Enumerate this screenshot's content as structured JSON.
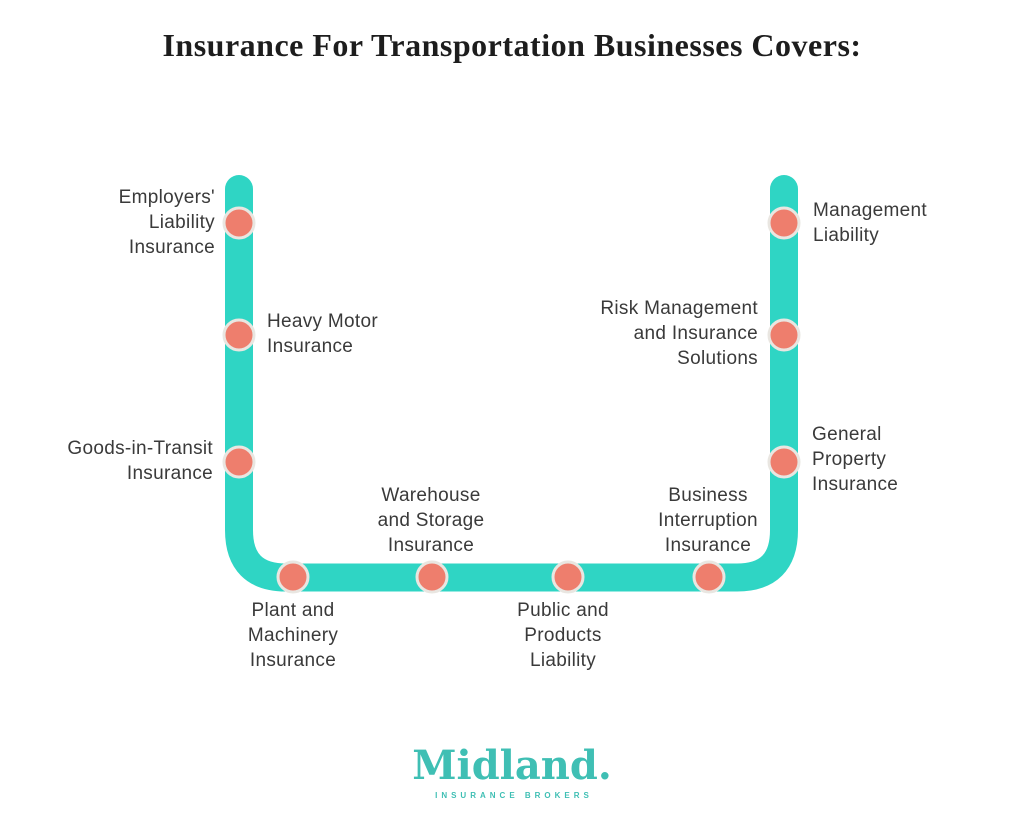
{
  "title": "Insurance For Transportation Businesses Covers:",
  "colors": {
    "path": "#2FD5C4",
    "dot": "#EE7E6D",
    "dot_ring": "#E9E6E1",
    "label": "#3A3A3A",
    "title": "#1D1D1D",
    "logo": "#3FBFB4"
  },
  "nodes": [
    {
      "id": "employers-liability",
      "label": [
        "Employers'",
        "Liability",
        "Insurance"
      ]
    },
    {
      "id": "heavy-motor",
      "label": [
        "Heavy Motor",
        "Insurance"
      ]
    },
    {
      "id": "goods-in-transit",
      "label": [
        "Goods-in-Transit",
        "Insurance"
      ]
    },
    {
      "id": "plant-machinery",
      "label": [
        "Plant and",
        "Machinery",
        "Insurance"
      ]
    },
    {
      "id": "warehouse-storage",
      "label": [
        "Warehouse",
        "and Storage",
        "Insurance"
      ]
    },
    {
      "id": "public-products",
      "label": [
        "Public and",
        "Products",
        "Liability"
      ]
    },
    {
      "id": "business-interruption",
      "label": [
        "Business",
        "Interruption",
        "Insurance"
      ]
    },
    {
      "id": "management-liability",
      "label": [
        "Management",
        "Liability"
      ]
    },
    {
      "id": "risk-management",
      "label": [
        "Risk Management",
        "and Insurance",
        "Solutions"
      ]
    },
    {
      "id": "general-property",
      "label": [
        "General",
        "Property",
        "Insurance"
      ]
    }
  ],
  "logo": {
    "wordmark": "Midland.",
    "tagline": "INSURANCE BROKERS"
  }
}
